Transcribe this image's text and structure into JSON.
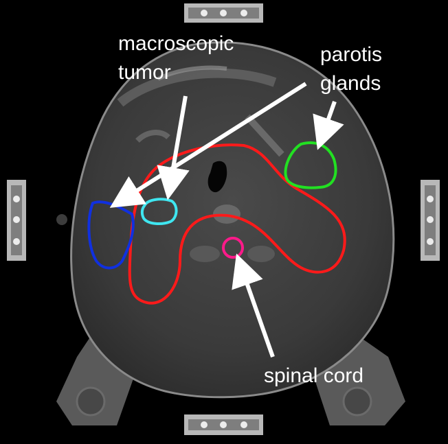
{
  "labels": {
    "tumor_line1": "macroscopic",
    "tumor_line2": "tumor",
    "parotis_line1": "parotis",
    "parotis_line2": "glands",
    "cord": "spinal cord"
  },
  "colors": {
    "background": "#000000",
    "body_tissue": "#3a3a3a",
    "target_volume": "#ff1a1a",
    "macroscopic_tumor": "#3fe6f0",
    "affected_region": "#1030e0",
    "parotis_gland": "#22e022",
    "spinal_cord": "#ff1a8a",
    "label_text": "#ffffff"
  }
}
